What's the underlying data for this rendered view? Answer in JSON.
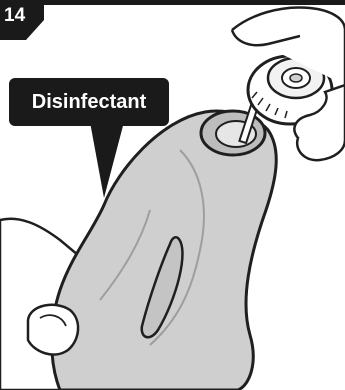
{
  "step": {
    "number": "14"
  },
  "callout": {
    "label": "Disinfectant"
  },
  "colors": {
    "badge": "#1a1a1a",
    "bottle": "#cfcfcf",
    "bottle_shadow": "#b5b5b5",
    "outline": "#1f1f1f",
    "skin": "#ffffff"
  },
  "icons": {
    "bottle": "disinfectant-bottle-illustration",
    "hands": "hands-illustration",
    "cap": "nozzle-cap-illustration"
  }
}
